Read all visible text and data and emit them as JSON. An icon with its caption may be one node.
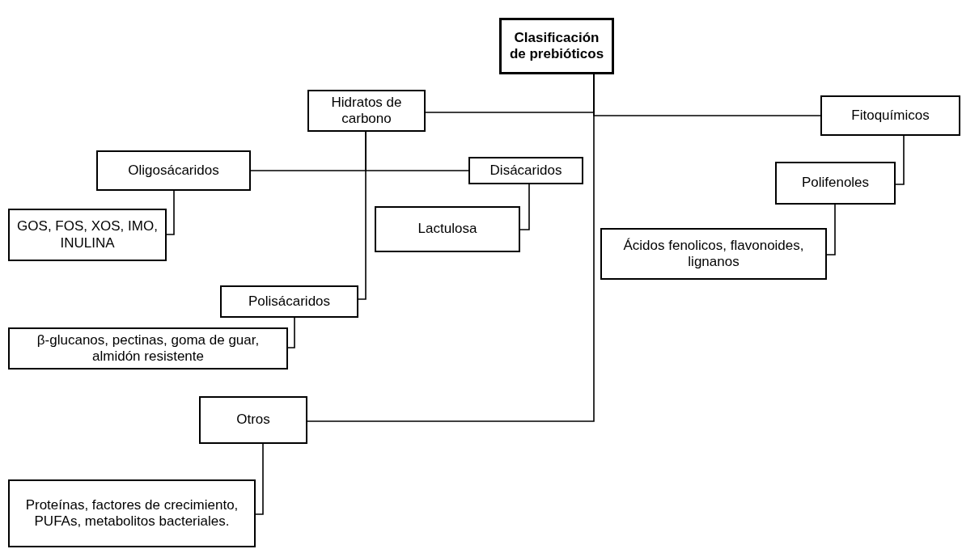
{
  "diagram": {
    "nodes": [
      {
        "text": [
          "Clasificación de prebióticos"
        ]
      },
      {
        "text": [
          "Hidratos de carbono"
        ]
      },
      {
        "text": [
          "Fitoquímicos"
        ]
      },
      {
        "text": [
          "Oligosácaridos"
        ]
      },
      {
        "text": [
          "Disácaridos"
        ]
      },
      {
        "text": [
          "GOS, FOS, XOS, IMO, INULINA"
        ]
      },
      {
        "text": [
          "Lactulosa"
        ]
      },
      {
        "text": [
          "Polifenoles"
        ]
      },
      {
        "text": [
          "Ácidos fenolicos, flavonoides, lignanos"
        ]
      },
      {
        "text": [
          "Polisácaridos"
        ]
      },
      {
        "text": [
          "β-glucanos, pectinas, goma de guar, almidón resistente"
        ]
      },
      {
        "text": [
          "Otros"
        ]
      },
      {
        "text": [
          "Proteínas, factores de crecimiento, PUFAs, metabolitos bacteriales."
        ]
      }
    ],
    "edges": [
      {
        "from": 0,
        "to": 1,
        "arrow": "none"
      },
      {
        "from": 0,
        "to": 2,
        "arrow": "none"
      },
      {
        "from": 0,
        "to": 11,
        "arrow": "none"
      },
      {
        "from": 1,
        "to": 3,
        "arrow": "none"
      },
      {
        "from": 1,
        "to": 4,
        "arrow": "none"
      },
      {
        "from": 1,
        "to": 9,
        "arrow": "none"
      },
      {
        "from": 3,
        "to": 5,
        "arrow": "none"
      },
      {
        "from": 4,
        "to": 6,
        "arrow": "none"
      },
      {
        "from": 2,
        "to": 7,
        "arrow": "none"
      },
      {
        "from": 7,
        "to": 8,
        "arrow": "none"
      },
      {
        "from": 9,
        "to": 10,
        "arrow": "none"
      },
      {
        "from": 11,
        "to": 12,
        "arrow": "none"
      }
    ]
  }
}
